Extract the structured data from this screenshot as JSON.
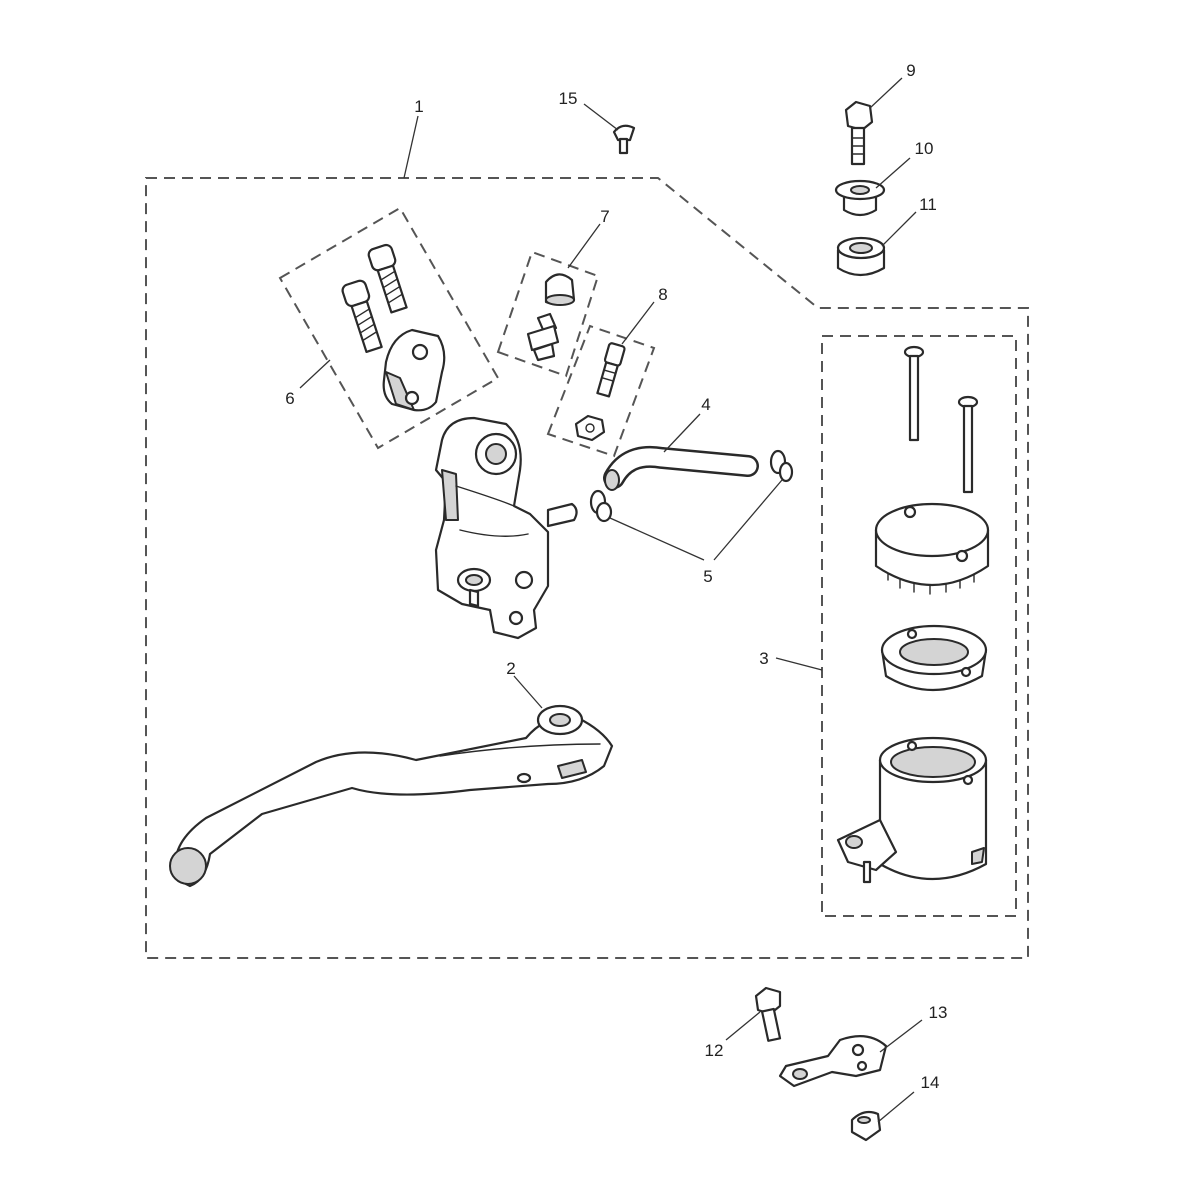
{
  "callouts": [
    {
      "id": "c1",
      "text": "1"
    },
    {
      "id": "c2",
      "text": "2"
    },
    {
      "id": "c3",
      "text": "3"
    },
    {
      "id": "c4",
      "text": "4"
    },
    {
      "id": "c5",
      "text": "5"
    },
    {
      "id": "c6",
      "text": "6"
    },
    {
      "id": "c7",
      "text": "7"
    },
    {
      "id": "c8",
      "text": "8"
    },
    {
      "id": "c9",
      "text": "9"
    },
    {
      "id": "c10",
      "text": "10"
    },
    {
      "id": "c11",
      "text": "11"
    },
    {
      "id": "c12",
      "text": "12"
    },
    {
      "id": "c13",
      "text": "13"
    },
    {
      "id": "c14",
      "text": "14"
    },
    {
      "id": "c15",
      "text": "15"
    }
  ],
  "colors": {
    "line": "#2a2a2a",
    "dashed_outline": "#555555",
    "part_fill": "#ffffff",
    "shade_fill": "#d4d4d4"
  }
}
